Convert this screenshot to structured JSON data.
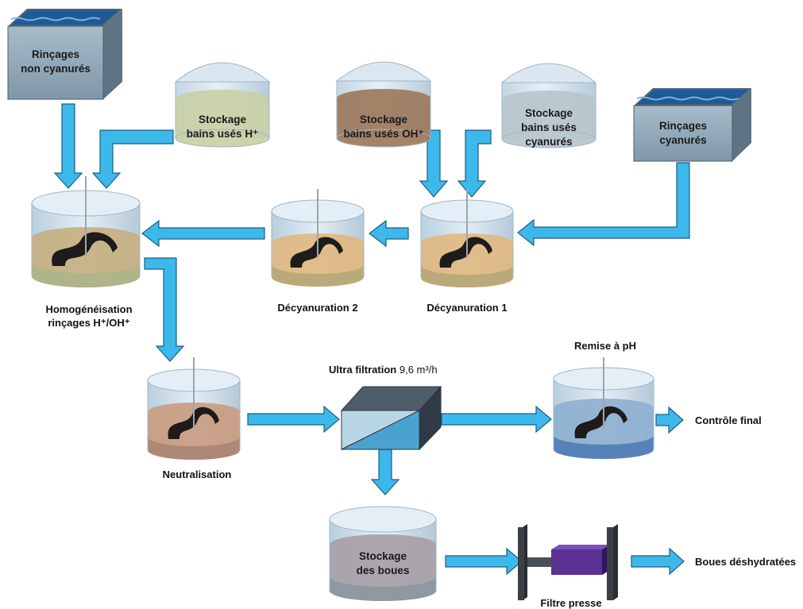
{
  "colors": {
    "arrow": "#3db8ea",
    "arrow_stroke": "#1b5f82",
    "water": "#2a6aa8",
    "vessel_top": "#dde9f2",
    "vessel_body": "#c6dbe8",
    "filter_press_plate": "#4d1f8a"
  },
  "rinse_boxes": {
    "non_cyanide": {
      "line1": "Rinçages",
      "line2": "non cyanurés"
    },
    "cyanide": {
      "line1": "Rinçages",
      "line2": "cyanurés"
    }
  },
  "silos": {
    "acid": {
      "line1": "Stockage",
      "line2": "bains usés H⁺",
      "liquid": "#c9d0a6"
    },
    "basic": {
      "line1": "Stockage",
      "line2": "bains usés OH⁺",
      "liquid": "#9c7a5c"
    },
    "cyanide": {
      "line1": "Stockage",
      "line2": "bains usés",
      "line3": "cyanurés",
      "liquid": "#b7c5cc"
    }
  },
  "tanks": {
    "homogenisation": {
      "label1": "Homogénéisation",
      "label2": "rinçages H⁺/OH⁺",
      "liquid_top": "#c5b081",
      "liquid_bottom": "#aeb48a"
    },
    "decyanuration_2": {
      "label": "Décyanuration 2",
      "liquid_top": "#e0b880",
      "liquid_bottom": "#b7a877"
    },
    "decyanuration_1": {
      "label": "Décyanuration 1",
      "liquid_top": "#e0b880",
      "liquid_bottom": "#b7a877"
    },
    "neutralisation": {
      "label": "Neutralisation",
      "liquid_top": "#c99c81",
      "liquid_bottom": "#ab8675"
    },
    "remise_ph": {
      "label": "Remise à pH",
      "liquid_top": "#8fb0d0",
      "liquid_bottom": "#4f7fb6"
    },
    "stockage_boues": {
      "line1": "Stockage",
      "line2": "des boues",
      "liquid_top": "#a89fa7",
      "liquid_bottom": "#8d97a0"
    }
  },
  "ultrafiltration": {
    "name": "Ultra filtration",
    "rate": "9,6 m³/h"
  },
  "filter_press": {
    "label": "Filtre presse"
  },
  "outputs": {
    "final_control": "Contrôle final",
    "dewatered_sludge": "Boues déshydratées"
  }
}
